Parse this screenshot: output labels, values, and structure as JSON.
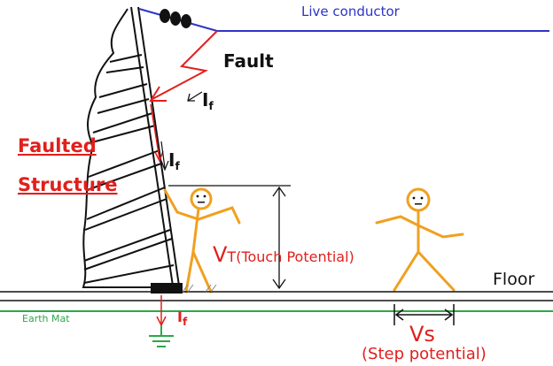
{
  "labels": {
    "live_conductor": "Live conductor",
    "fault": "Fault",
    "if_1": "I",
    "if_1_sub": "f",
    "if_2": "I",
    "if_2_sub": "f",
    "if_3": "I",
    "if_3_sub": "f",
    "faulted_line1": "Faulted",
    "faulted_line2": "Structure",
    "vt_main": "V",
    "vt_sub": "T",
    "vt_desc": "(Touch Potential)",
    "floor": "Floor",
    "earth_mat": "Earth Mat",
    "vs": "Vs",
    "step_potential": "(Step potential)"
  },
  "colors": {
    "live_conductor": "#2e35c7",
    "fault": "#e0201d",
    "person": "#f0a020",
    "earth_mat": "#2fa64a",
    "ground": "#111111"
  }
}
